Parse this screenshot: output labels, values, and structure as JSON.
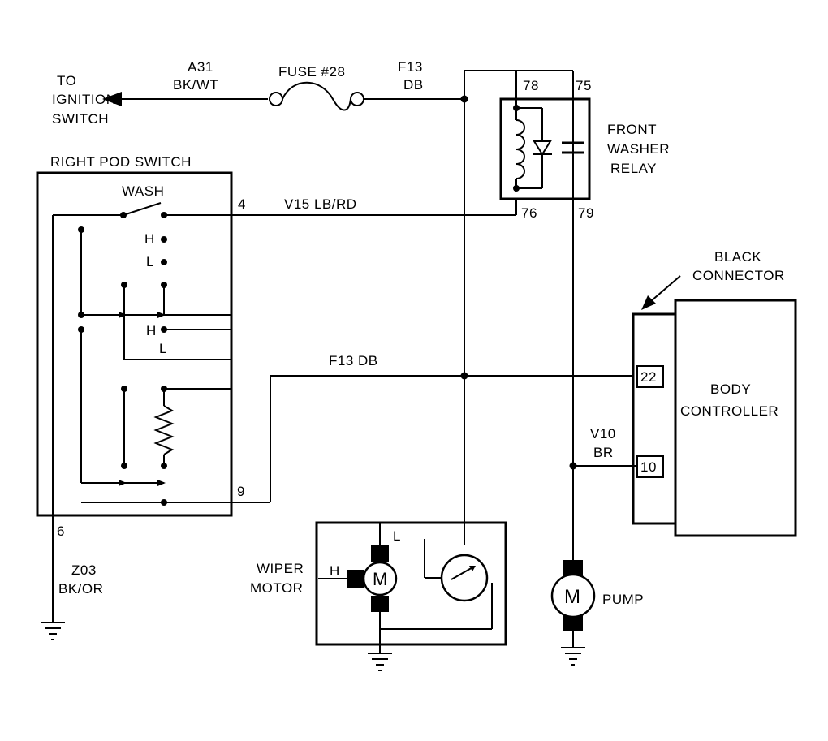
{
  "labels": {
    "to": "TO",
    "ignition": "IGNITION",
    "switch": "SWITCH",
    "a31": "A31",
    "bk_wt": "BK/WT",
    "fuse": "FUSE #28",
    "f13_top": "F13",
    "db_top": "DB",
    "pin_78": "78",
    "pin_75": "75",
    "pin_76": "76",
    "pin_79": "79",
    "front": "FRONT",
    "washer": "WASHER",
    "relay": "RELAY",
    "right_pod_switch": "RIGHT POD SWITCH",
    "wash": "WASH",
    "pin_4": "4",
    "v15": "V15 LB/RD",
    "h1": "H",
    "l1": "L",
    "h2": "H",
    "l2": "L",
    "pin_9": "9",
    "pin_6": "6",
    "f13_db_mid": "F13 DB",
    "black": "BLACK",
    "connector": "CONNECTOR",
    "body": "BODY",
    "controller": "CONTROLLER",
    "pin_22": "22",
    "pin_10": "10",
    "v10": "V10",
    "br": "BR",
    "z03": "Z03",
    "bk_or": "BK/OR",
    "wiper": "WIPER",
    "motor": "MOTOR",
    "motor_h": "H",
    "motor_l": "L",
    "m_wiper": "M",
    "m_pump": "M",
    "pump": "PUMP"
  }
}
